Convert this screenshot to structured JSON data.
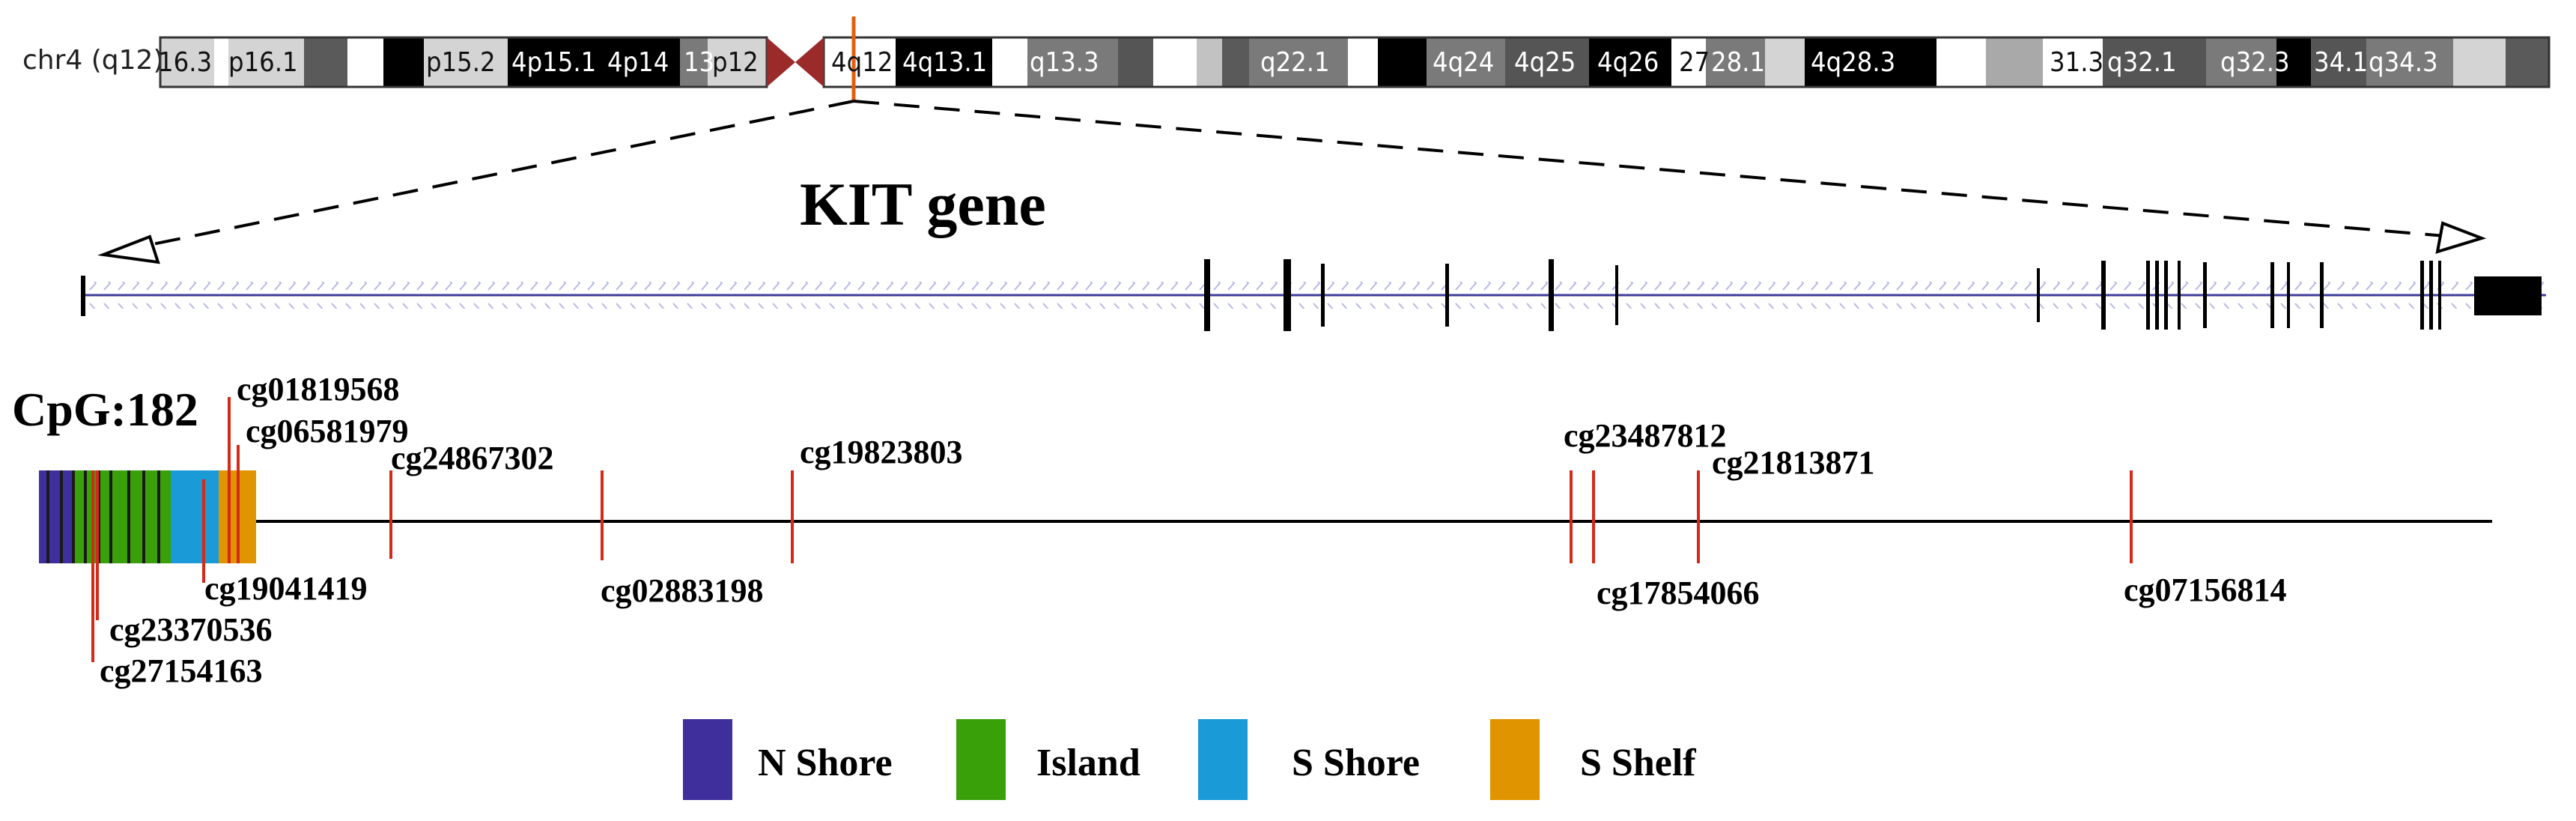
{
  "ideogram": {
    "chromosome_label": "chr4 (q12)",
    "band_labels": [
      "16.3",
      "p16.1",
      "p15.2",
      "4p15.1",
      "4p14",
      "13",
      "p12",
      "4q12",
      "4q13.1",
      "q13.3",
      "q22.1",
      "4q24",
      "4q25",
      "4q26",
      "27",
      "28.1",
      "4q28.3",
      "31.3",
      "q32.1",
      "q32.3",
      "34.1",
      "q34.3"
    ],
    "highlight_color": "#e06010",
    "centromere_color": "#9b2a2a"
  },
  "gene": {
    "title": "KIT gene"
  },
  "cpg": {
    "title": "CpG:182",
    "probes": [
      "cg01819568",
      "cg06581979",
      "cg24867302",
      "cg19823803",
      "cg23487812",
      "cg21813871",
      "cg19041419",
      "cg02883198",
      "cg17854066",
      "cg07156814",
      "cg23370536",
      "cg27154163"
    ],
    "probe_color": "#d42a1a"
  },
  "legend": {
    "items": [
      {
        "label": "N Shore",
        "color": "#3f2f9c"
      },
      {
        "label": "Island",
        "color": "#3aa00a"
      },
      {
        "label": "S Shore",
        "color": "#1a9ad6"
      },
      {
        "label": "S Shelf",
        "color": "#df9400"
      }
    ]
  }
}
